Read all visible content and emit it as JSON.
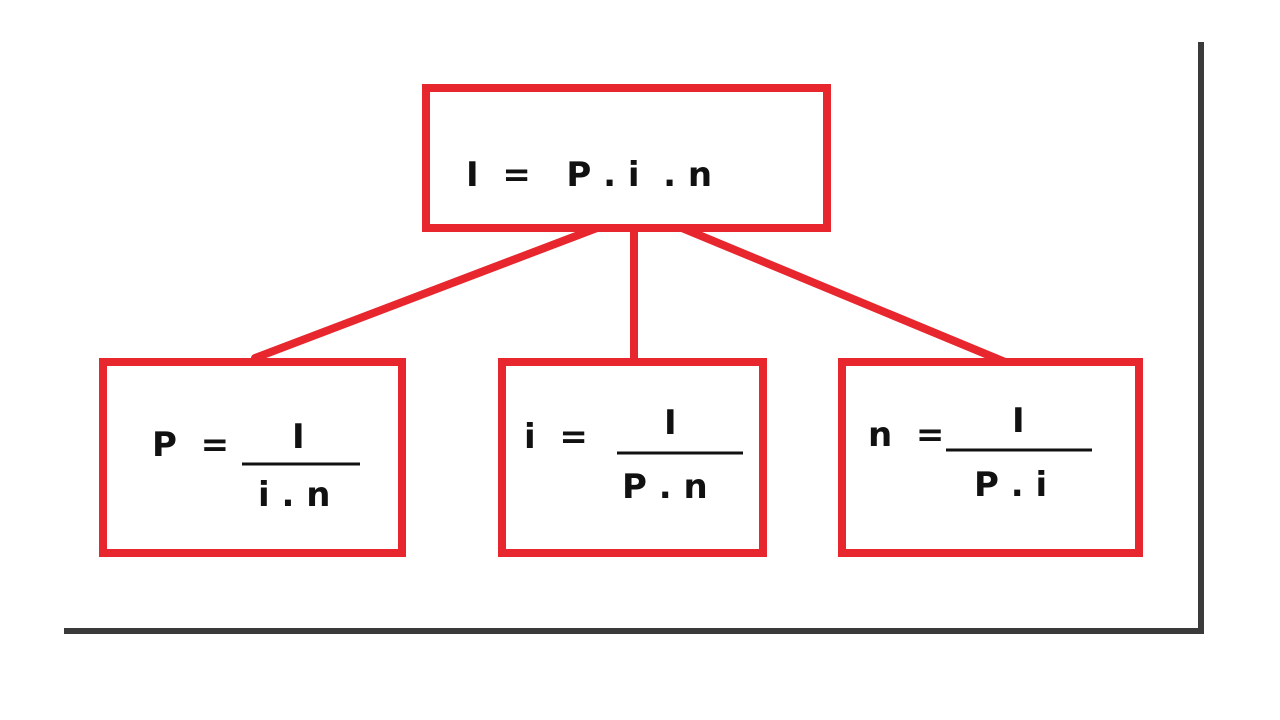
{
  "colors": {
    "box_stroke": "#e8262d",
    "connector": "#e8262d",
    "text": "#111111",
    "frame_shadow": "#3a3a3a",
    "background": "#ffffff"
  },
  "top_box": {
    "formula": "I  =   P . i  . n"
  },
  "left_box": {
    "lhs": "P  =",
    "numerator": "I",
    "denominator": "i . n"
  },
  "middle_box": {
    "lhs": "i  =",
    "numerator": "I",
    "denominator": "P . n"
  },
  "right_box": {
    "lhs": "n  =",
    "numerator": "I",
    "denominator": "P . i"
  }
}
